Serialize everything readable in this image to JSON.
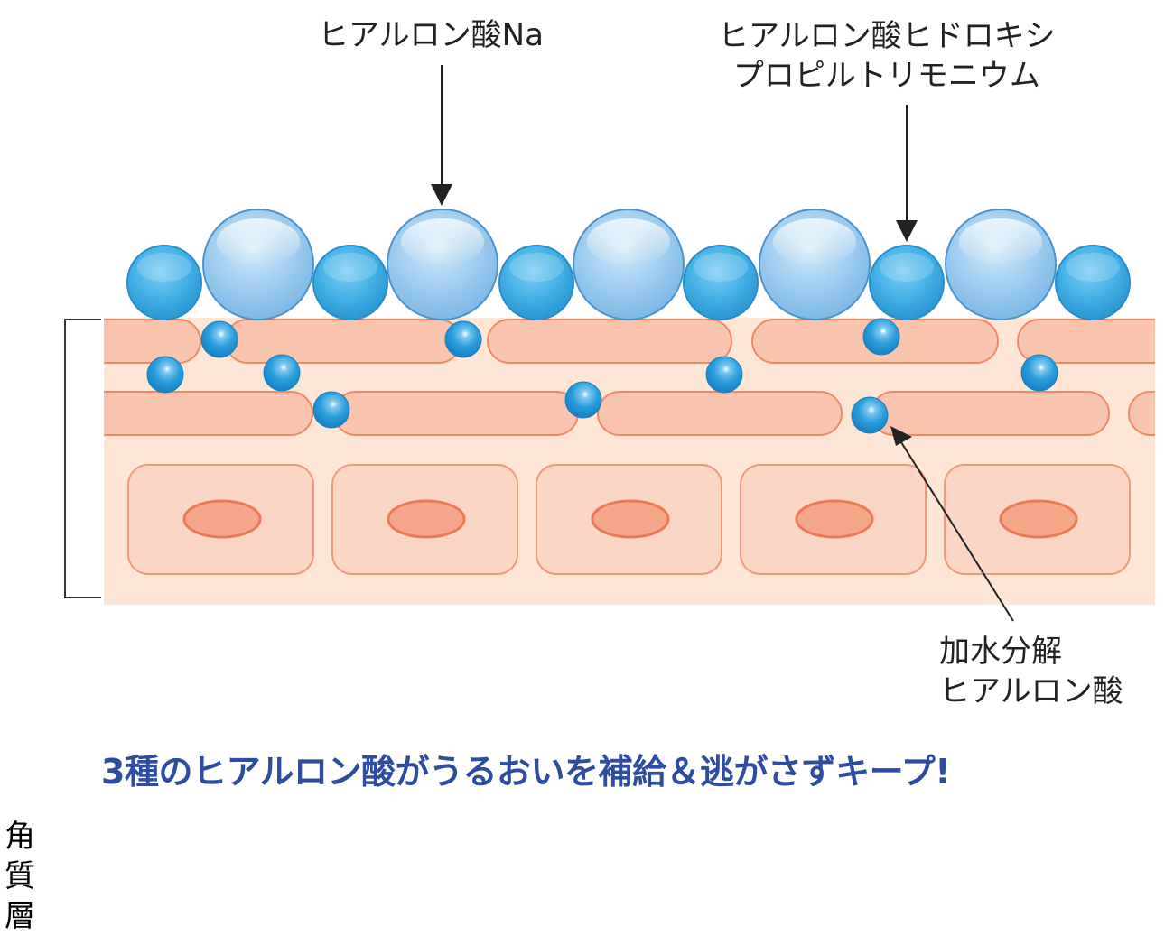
{
  "diagram": {
    "labels": {
      "sodium_hyaluronate": "ヒアルロン酸Na",
      "hptm_line1": "ヒアルロン酸ヒドロキシ",
      "hptm_line2": "プロピルトリモニウム",
      "hydrolyzed_line1": "加水分解",
      "hydrolyzed_line2": "ヒアルロン酸",
      "layer_chars": [
        "角",
        "質",
        "層"
      ]
    },
    "caption": "3種のヒアルロン酸がうるおいを補給＆逃がさずキープ!",
    "colors": {
      "caption": "#2f4da0",
      "label_text": "#222222",
      "skin_background": "#fde6d6",
      "corneocyte_fill": "#f9c4ae",
      "corneocyte_stroke": "#ee8a68",
      "cell_fill": "#fbd6c4",
      "cell_stroke": "#f09a7c",
      "nucleus_fill": "#f6a78a",
      "nucleus_stroke": "#ec7a55",
      "large_sphere": "#9fcdee",
      "medium_sphere": "#45b3e6",
      "small_sphere": "#1f9ad6",
      "arrow": "#222222",
      "bracket": "#333333"
    },
    "legend": [
      {
        "name": "sodium-hyaluronate",
        "sphere": "large",
        "label": "ヒアルロン酸Na"
      },
      {
        "name": "hydroxypropyltrimonium-hyaluronate",
        "sphere": "medium",
        "label": "ヒアルロン酸ヒドロキシプロピルトリモニウム"
      },
      {
        "name": "hydrolyzed-hyaluronic-acid",
        "sphere": "small",
        "label": "加水分解ヒアルロン酸"
      }
    ]
  }
}
